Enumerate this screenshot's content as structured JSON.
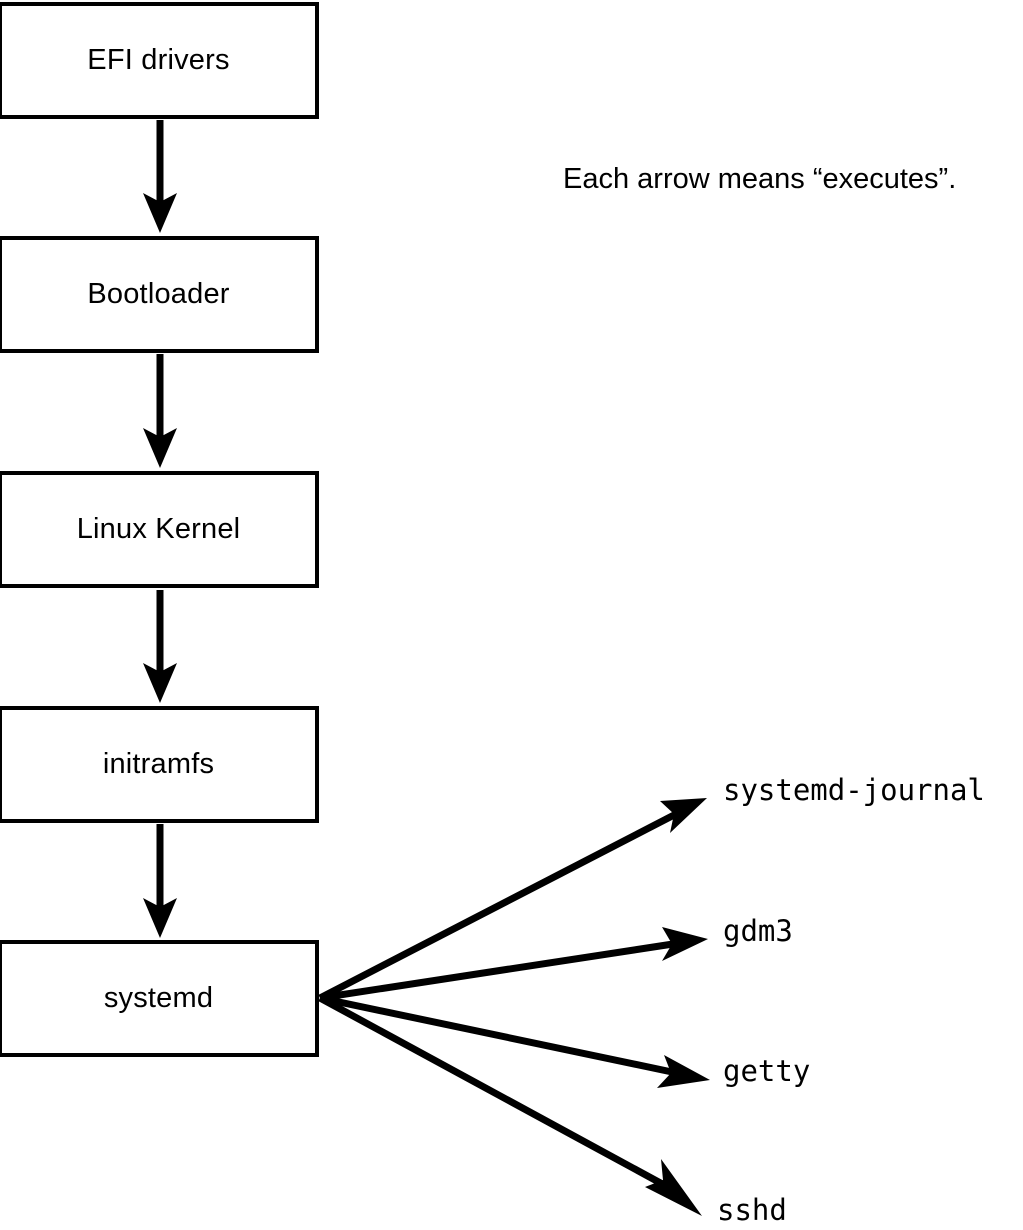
{
  "diagram": {
    "title_text": "",
    "legend": {
      "text": "Each arrow means “executes”."
    },
    "colors": {
      "stroke": "#000000",
      "fill": "#ffffff",
      "text": "#000000"
    },
    "chain_nodes": [
      {
        "id": "efi-drivers",
        "label": "EFI drivers"
      },
      {
        "id": "bootloader",
        "label": "Bootloader"
      },
      {
        "id": "linux-kernel",
        "label": "Linux Kernel"
      },
      {
        "id": "initramfs",
        "label": "initramfs"
      },
      {
        "id": "systemd",
        "label": "systemd"
      }
    ],
    "leaf_nodes": [
      {
        "id": "systemd-journal",
        "label": "systemd-journal"
      },
      {
        "id": "gdm3",
        "label": "gdm3"
      },
      {
        "id": "getty",
        "label": "getty"
      },
      {
        "id": "sshd",
        "label": "sshd"
      }
    ],
    "edges": [
      {
        "from": "EFI drivers",
        "to": "Bootloader",
        "meaning": "executes"
      },
      {
        "from": "Bootloader",
        "to": "Linux Kernel",
        "meaning": "executes"
      },
      {
        "from": "Linux Kernel",
        "to": "initramfs",
        "meaning": "executes"
      },
      {
        "from": "initramfs",
        "to": "systemd",
        "meaning": "executes"
      },
      {
        "from": "systemd",
        "to": "systemd-journal",
        "meaning": "executes"
      },
      {
        "from": "systemd",
        "to": "gdm3",
        "meaning": "executes"
      },
      {
        "from": "systemd",
        "to": "getty",
        "meaning": "executes"
      },
      {
        "from": "systemd",
        "to": "sshd",
        "meaning": "executes"
      }
    ]
  }
}
